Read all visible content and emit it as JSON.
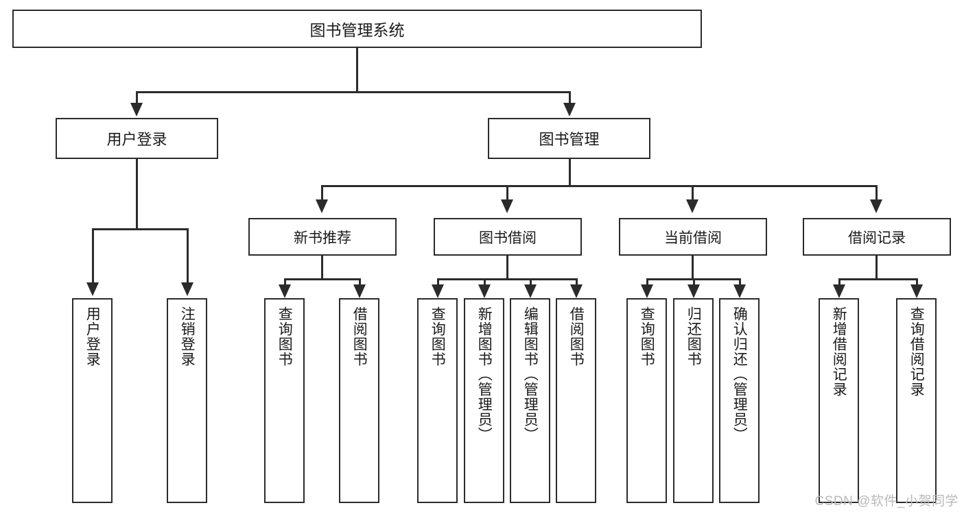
{
  "diagram": {
    "title": "图书管理系统",
    "root": {
      "label": "图书管理系统"
    },
    "level1": [
      {
        "label": "用户登录"
      },
      {
        "label": "图书管理"
      }
    ],
    "level2": [
      {
        "label": "新书推荐"
      },
      {
        "label": "图书借阅"
      },
      {
        "label": "当前借阅"
      },
      {
        "label": "借阅记录"
      }
    ],
    "leaves": {
      "user_login": [
        {
          "label": "用户登录"
        },
        {
          "label": "注销登录"
        }
      ],
      "new_book": [
        {
          "label": "查询图书"
        },
        {
          "label": "借阅图书"
        }
      ],
      "book_borrow": [
        {
          "label": "查询图书"
        },
        {
          "label": "新增图书（管理员）"
        },
        {
          "label": "编辑图书（管理员）"
        },
        {
          "label": "借阅图书"
        }
      ],
      "current_borrow": [
        {
          "label": "查询图书"
        },
        {
          "label": "归还图书"
        },
        {
          "label": "确认归还（管理员）"
        }
      ],
      "borrow_record": [
        {
          "label": "新增借阅记录"
        },
        {
          "label": "查询借阅记录"
        }
      ]
    }
  },
  "watermark": {
    "text": "CSDN @软件_小贺同学"
  },
  "colors": {
    "stroke": "#2b2b2b",
    "background": "#ffffff",
    "text": "#1a1a1a",
    "watermark": "#b9b9b9"
  }
}
